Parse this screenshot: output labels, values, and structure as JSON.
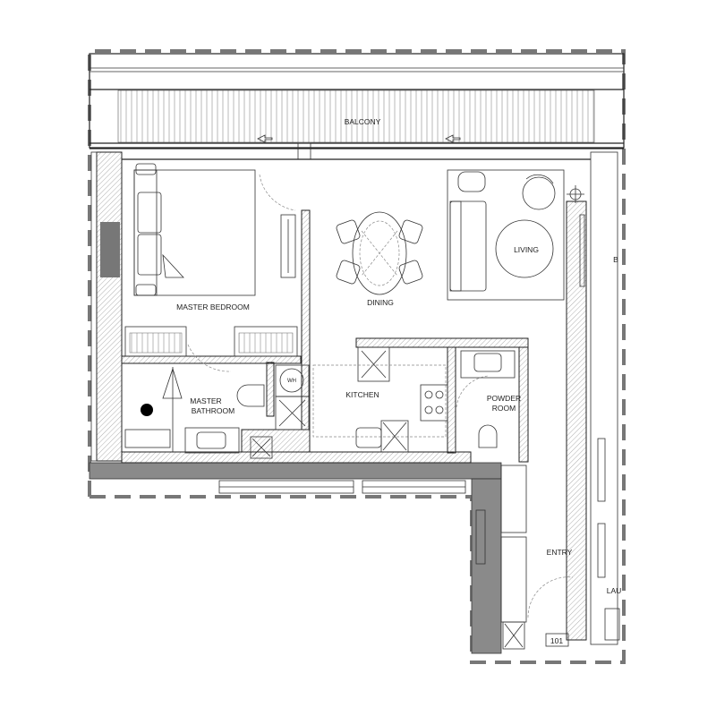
{
  "plan": {
    "rooms": {
      "balcony": "BALCONY",
      "master_bedroom": "MASTER BEDROOM",
      "dining": "DINING",
      "living": "LIVING",
      "kitchen": "KITCHEN",
      "powder_room_1": "POWDER",
      "powder_room_2": "ROOM",
      "master_bathroom_1": "MASTER",
      "master_bathroom_2": "BATHROOM",
      "entry": "ENTRY",
      "water_heater": "WH",
      "partial_right_top": "B",
      "partial_right_bottom": "LAU"
    },
    "unit_number": "101",
    "colors": {
      "wall_solid": "#8a8a8a",
      "line": "#222222",
      "dash_border": "#777777"
    }
  }
}
